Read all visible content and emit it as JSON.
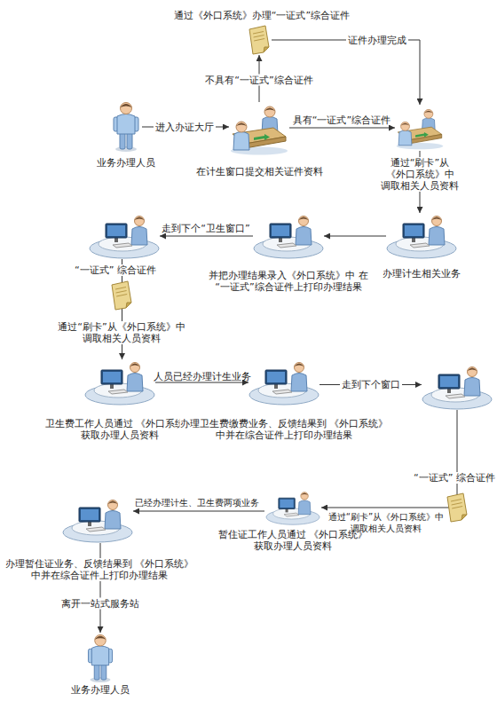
{
  "diagram": {
    "nodes": [
      {
        "text": [
          "通过《外口系统》办理“一证式”综合证件"
        ]
      },
      {
        "text": [
          "业务办理人员"
        ]
      },
      {
        "text": [
          "在计生窗口提交相关证件资料"
        ]
      },
      {
        "text": [
          "通过“刷卡”从 《外口系统》中 调取相关人员资料"
        ]
      },
      {
        "text": [
          "“一证式” 综合证件"
        ]
      },
      {
        "text": [
          "并把办理结果录入《外口系统》中 在“一证式”综合证件上打印办理结果"
        ]
      },
      {
        "text": [
          "办理计生相关业务"
        ]
      },
      {
        "text": [
          "卫生费工作人员通过 《外口系统》获取办理人员资料"
        ]
      },
      {
        "text": [
          "办理卫生费缴费业务、反馈结果到 《外口系统》中并在综合证件上打印办理结果"
        ]
      },
      {
        "text": [
          "“一证式” 综合证件"
        ]
      },
      {
        "text": [
          "办理暂住证业务、反馈结果到 《外口系统》中并在综合证件上打印办理结果"
        ]
      },
      {
        "text": [
          "暂住证工作人员通过 《外口系统》获取办理人员资料"
        ]
      },
      {
        "text": [
          "业务办理人员"
        ]
      }
    ],
    "edges": [
      {
        "from": 1,
        "to": 2,
        "arrow": "to",
        "label": "进入办证大厅"
      },
      {
        "from": 2,
        "to": 0,
        "arrow": "to",
        "label": "不具有“一证式”综合证件"
      },
      {
        "from": 0,
        "to": 3,
        "arrow": "to",
        "label": "证件办理完成"
      },
      {
        "from": 2,
        "to": 3,
        "arrow": "to",
        "label": "具有“一证式”综合证件"
      },
      {
        "from": 3,
        "to": 6,
        "arrow": "to"
      },
      {
        "from": 6,
        "to": 5,
        "arrow": "to"
      },
      {
        "from": 5,
        "to": 4,
        "arrow": "to",
        "label": "走到下个“卫生窗口”"
      },
      {
        "from": 4,
        "to": 7,
        "arrow": "to",
        "label": "通过“刷卡”从《外口系统》中 调取相关人员资料"
      },
      {
        "from": 7,
        "to": 8,
        "arrow": "to",
        "label": "人员已经办理计生业务"
      },
      {
        "from": 8,
        "to": 9,
        "arrow": "to",
        "label": "走到下个窗口"
      },
      {
        "from": 9,
        "to": 11,
        "arrow": "to",
        "label": "通过“刷卡”从《外口系统》中 调取相关人员资料"
      },
      {
        "from": 11,
        "to": 10,
        "arrow": "to",
        "label": "已经办理计生、卫生费两项业务"
      },
      {
        "from": 10,
        "to": 12,
        "arrow": "to",
        "label": "离开一站式服务站"
      }
    ]
  }
}
